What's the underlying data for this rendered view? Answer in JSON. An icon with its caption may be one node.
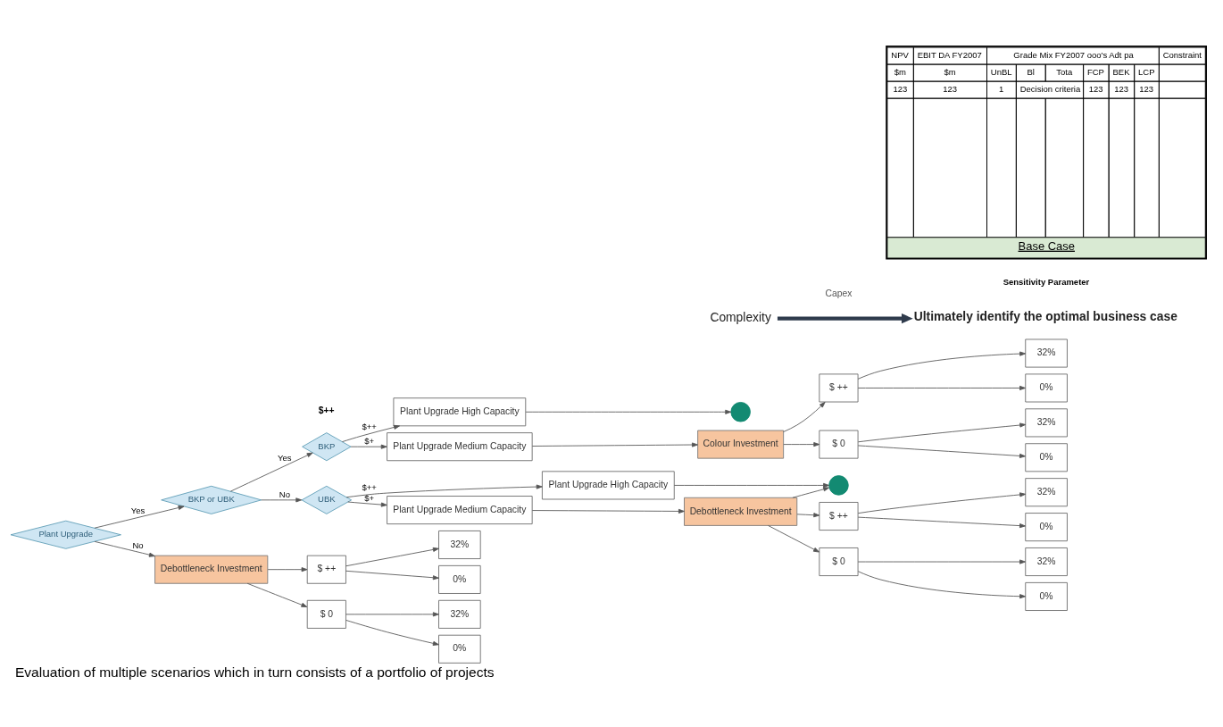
{
  "diagram": {
    "caption": "Evaluation of multiple scenarios which in turn consists of a portfolio of projects",
    "nodes": [
      {
        "text": [
          "Plant Upgrade"
        ]
      },
      {
        "text": [
          "BKP or UBK"
        ]
      },
      {
        "text": [
          "BKP"
        ]
      },
      {
        "text": [
          "Plant Upgrade High Capacity"
        ]
      },
      {
        "text": [],
        "shape": "circle"
      },
      {
        "text": [
          "Plant Upgrade Medium Capacity"
        ]
      },
      {
        "text": [
          "Colour Investment"
        ]
      },
      {
        "text": [
          "$ ++"
        ]
      },
      {
        "text": [
          "$ 0"
        ]
      },
      {
        "text": [
          "32%"
        ]
      },
      {
        "text": [
          "0%"
        ]
      },
      {
        "text": [
          "32%"
        ]
      },
      {
        "text": [
          "0%"
        ]
      },
      {
        "text": [
          "UBK"
        ]
      },
      {
        "text": [
          "Plant Upgrade High Capacity"
        ]
      },
      {
        "text": [],
        "shape": "circle"
      },
      {
        "text": [
          "Debottleneck Investment"
        ]
      },
      {
        "text": [
          "$ ++"
        ]
      },
      {
        "text": [
          "$ 0"
        ]
      },
      {
        "text": [
          "32%"
        ]
      },
      {
        "text": [
          "0%"
        ]
      },
      {
        "text": [
          "32%"
        ]
      },
      {
        "text": [
          "0%"
        ]
      },
      {
        "text": [
          "Plant Upgrade Medium Capacity"
        ]
      },
      {
        "text": [
          "Debottleneck Investment"
        ]
      },
      {
        "text": [
          "$ ++"
        ]
      },
      {
        "text": [
          "$ 0"
        ]
      },
      {
        "text": [
          "32%"
        ]
      },
      {
        "text": [
          "0%"
        ]
      },
      {
        "text": [
          "32%"
        ]
      },
      {
        "text": [
          "0%"
        ]
      },
      {
        "text": [
          "Complexity"
        ]
      },
      {
        "text": [
          "Ultimately identify the optimal business case"
        ]
      }
    ],
    "edges": [
      {
        "from": 0,
        "to": 1,
        "arrow": "to",
        "label": "Yes"
      },
      {
        "from": 1,
        "to": 2,
        "arrow": "to",
        "label": "Yes"
      },
      {
        "from": 2,
        "to": 3,
        "arrow": "to",
        "label": "$++"
      },
      {
        "from": 2,
        "to": 5,
        "arrow": "to",
        "label": "$+"
      },
      {
        "from": 3,
        "to": 4,
        "arrow": "to"
      },
      {
        "from": 5,
        "to": 6,
        "arrow": "to"
      },
      {
        "from": 6,
        "to": 7,
        "arrow": "to"
      },
      {
        "from": 6,
        "to": 8,
        "arrow": "to"
      },
      {
        "from": 7,
        "to": 9,
        "arrow": "to"
      },
      {
        "from": 7,
        "to": 10,
        "arrow": "to"
      },
      {
        "from": 8,
        "to": 11,
        "arrow": "to"
      },
      {
        "from": 8,
        "to": 12,
        "arrow": "to"
      },
      {
        "from": 1,
        "to": 13,
        "arrow": "to",
        "label": "No"
      },
      {
        "from": 13,
        "to": 14,
        "arrow": "to",
        "label": "$++"
      },
      {
        "from": 13,
        "to": 23,
        "arrow": "to",
        "label": "$+"
      },
      {
        "from": 14,
        "to": 15,
        "arrow": "to"
      },
      {
        "from": 16,
        "to": 15,
        "arrow": "to"
      },
      {
        "from": 23,
        "to": 16,
        "arrow": "to"
      },
      {
        "from": 16,
        "to": 17,
        "arrow": "to"
      },
      {
        "from": 16,
        "to": 18,
        "arrow": "to"
      },
      {
        "from": 17,
        "to": 19,
        "arrow": "to"
      },
      {
        "from": 17,
        "to": 20,
        "arrow": "to"
      },
      {
        "from": 18,
        "to": 21,
        "arrow": "to"
      },
      {
        "from": 18,
        "to": 22,
        "arrow": "to"
      },
      {
        "from": 0,
        "to": 24,
        "arrow": "to",
        "label": "No"
      },
      {
        "from": 24,
        "to": 25,
        "arrow": "to"
      },
      {
        "from": 24,
        "to": 26,
        "arrow": "to"
      },
      {
        "from": 25,
        "to": 27,
        "arrow": "to"
      },
      {
        "from": 25,
        "to": 28,
        "arrow": "to"
      },
      {
        "from": 26,
        "to": 29,
        "arrow": "to"
      },
      {
        "from": 26,
        "to": 30,
        "arrow": "to"
      },
      {
        "from": 31,
        "to": 32,
        "arrow": "to",
        "style": "thick",
        "color": "#2f3b4c"
      }
    ],
    "labels": [
      "$++",
      "Capex",
      "Sensitivity Parameter",
      "NPV",
      "EBIT DA FY2007",
      "Grade Mix FY2007 ooo's Adt pa",
      "Constraint",
      "$m",
      "$m",
      "UnBL",
      "Bl",
      "Tota",
      "FCP",
      "BEK",
      "LCP",
      "123",
      "123",
      "1",
      "Decision criteria",
      "123",
      "123",
      "123",
      "Base Case"
    ]
  }
}
